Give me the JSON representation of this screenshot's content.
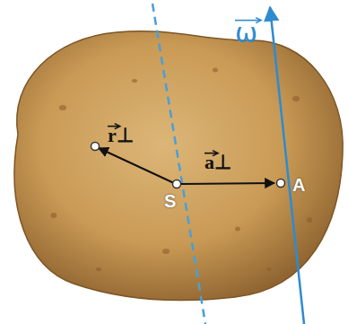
{
  "diagram": {
    "labels": [
      "ω",
      "r⊥",
      "a⊥",
      "S",
      "A"
    ]
  }
}
